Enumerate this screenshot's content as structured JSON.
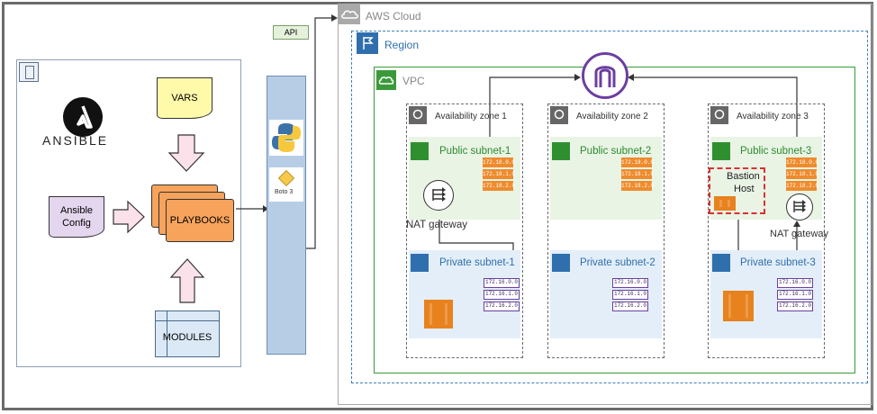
{
  "ansible": {
    "logo_text": "ANSIBLE",
    "vars": "VARS",
    "config_line1": "Ansible",
    "config_line2": "Config",
    "playbooks": "PLAYBOOKS",
    "modules": "MODULES"
  },
  "middle": {
    "api": "API",
    "boto": "Boto 3"
  },
  "aws": {
    "cloud": "AWS Cloud",
    "region": "Region",
    "vpc": "VPC",
    "az1": "Availability zone 1",
    "az2": "Availability zone 2",
    "az3": "Availability zone 3",
    "pub1": "Public subnet-1",
    "pub2": "Public subnet-2",
    "pub3": "Public subnet-3",
    "priv1": "Private subnet-1",
    "priv2": "Private subnet-2",
    "priv3": "Private subnet-3",
    "nat1": "NAT gateway",
    "nat3": "NAT gateway",
    "bastion_line1": "Bastion",
    "bastion_line2": "Host",
    "public_cidrs_1": [
      "172.18.0.0",
      "172.18.1.0",
      "172.18.2.0"
    ],
    "public_cidrs_2": [
      "172.18.0.0",
      "172.18.1.0",
      "172.18.2.0"
    ],
    "public_cidrs_3": [
      "172.18.0.0",
      "172.18.1.0",
      "172.18.2.0"
    ],
    "private_cidrs": [
      "172.16.0.0",
      "172.16.1.0",
      "172.16.2.0"
    ]
  },
  "colors": {
    "vpc_green": "#3a9a3a",
    "region_blue": "#3d7fbf",
    "igw_purple": "#6b3fa0",
    "ec2_orange": "#e8821e",
    "bastion_red": "#d9322f"
  }
}
